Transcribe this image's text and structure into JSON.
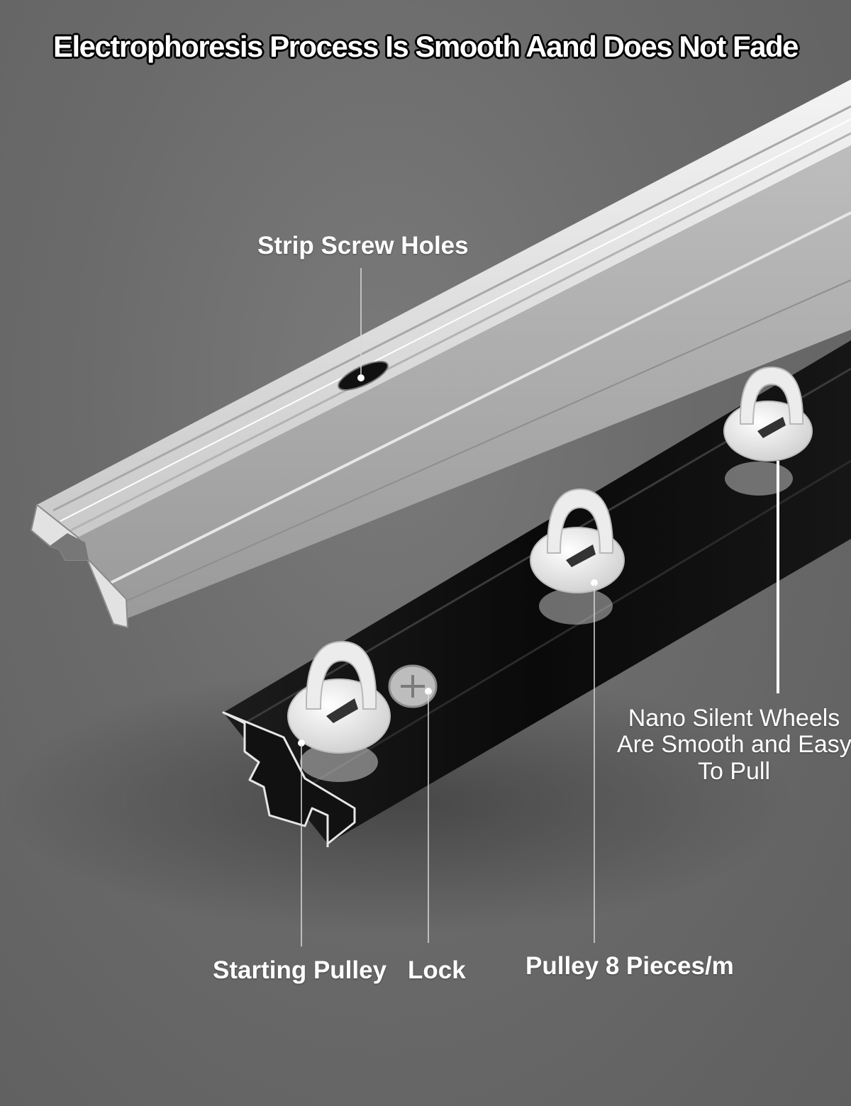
{
  "headline": "Electrophoresis Process Is Smooth Aand Does Not Fade",
  "callouts": {
    "strip_screw_holes": "Strip Screw Holes",
    "nano_wheels": [
      "Nano Silent Wheels",
      "Are Smooth and Easy",
      "To Pull"
    ],
    "starting_pulley": "Starting Pulley",
    "lock": "Lock",
    "pulley_density": "Pulley 8 Pieces/m"
  },
  "colors": {
    "background": "#6b6b6b",
    "silver_track": "#d9d9d9",
    "black_track": "#0c0c0c",
    "pulley": "#e6e6e6",
    "label": "#ffffff"
  }
}
